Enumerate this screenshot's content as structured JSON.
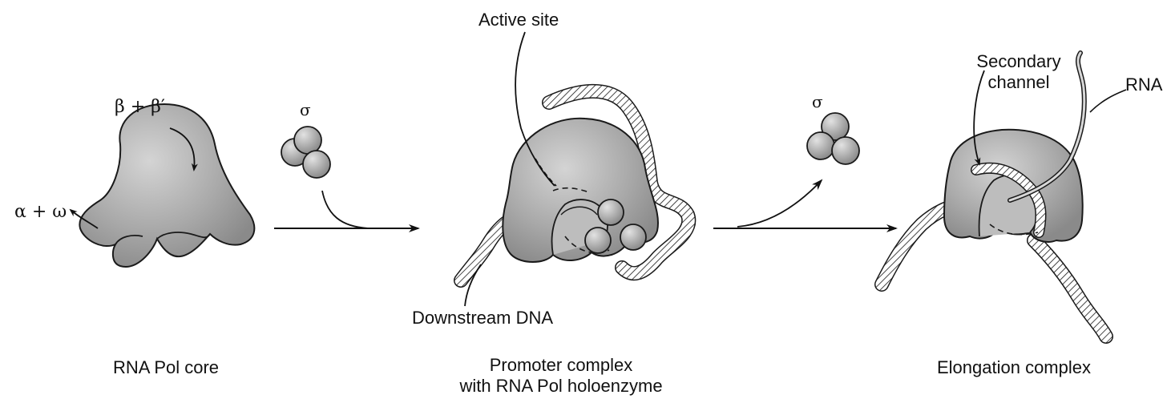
{
  "labels": {
    "beta": "β + β′",
    "alpha_omega": "α + ω",
    "sigma_in": "σ",
    "sigma_out": "σ",
    "active_site": "Active site",
    "downstream_dna": "Downstream DNA",
    "secondary_channel_1": "Secondary",
    "secondary_channel_2": "channel",
    "rna": "RNA"
  },
  "captions": {
    "core": "RNA Pol core",
    "promoter_1": "Promoter complex",
    "promoter_2": "with RNA Pol holoenzyme",
    "elongation": "Elongation complex"
  },
  "colors": {
    "protein": "#a9a9a9",
    "protein_light": "#d2d2d2",
    "outline": "#1a1a1a",
    "dna_hatch": "#1a1a1a"
  }
}
